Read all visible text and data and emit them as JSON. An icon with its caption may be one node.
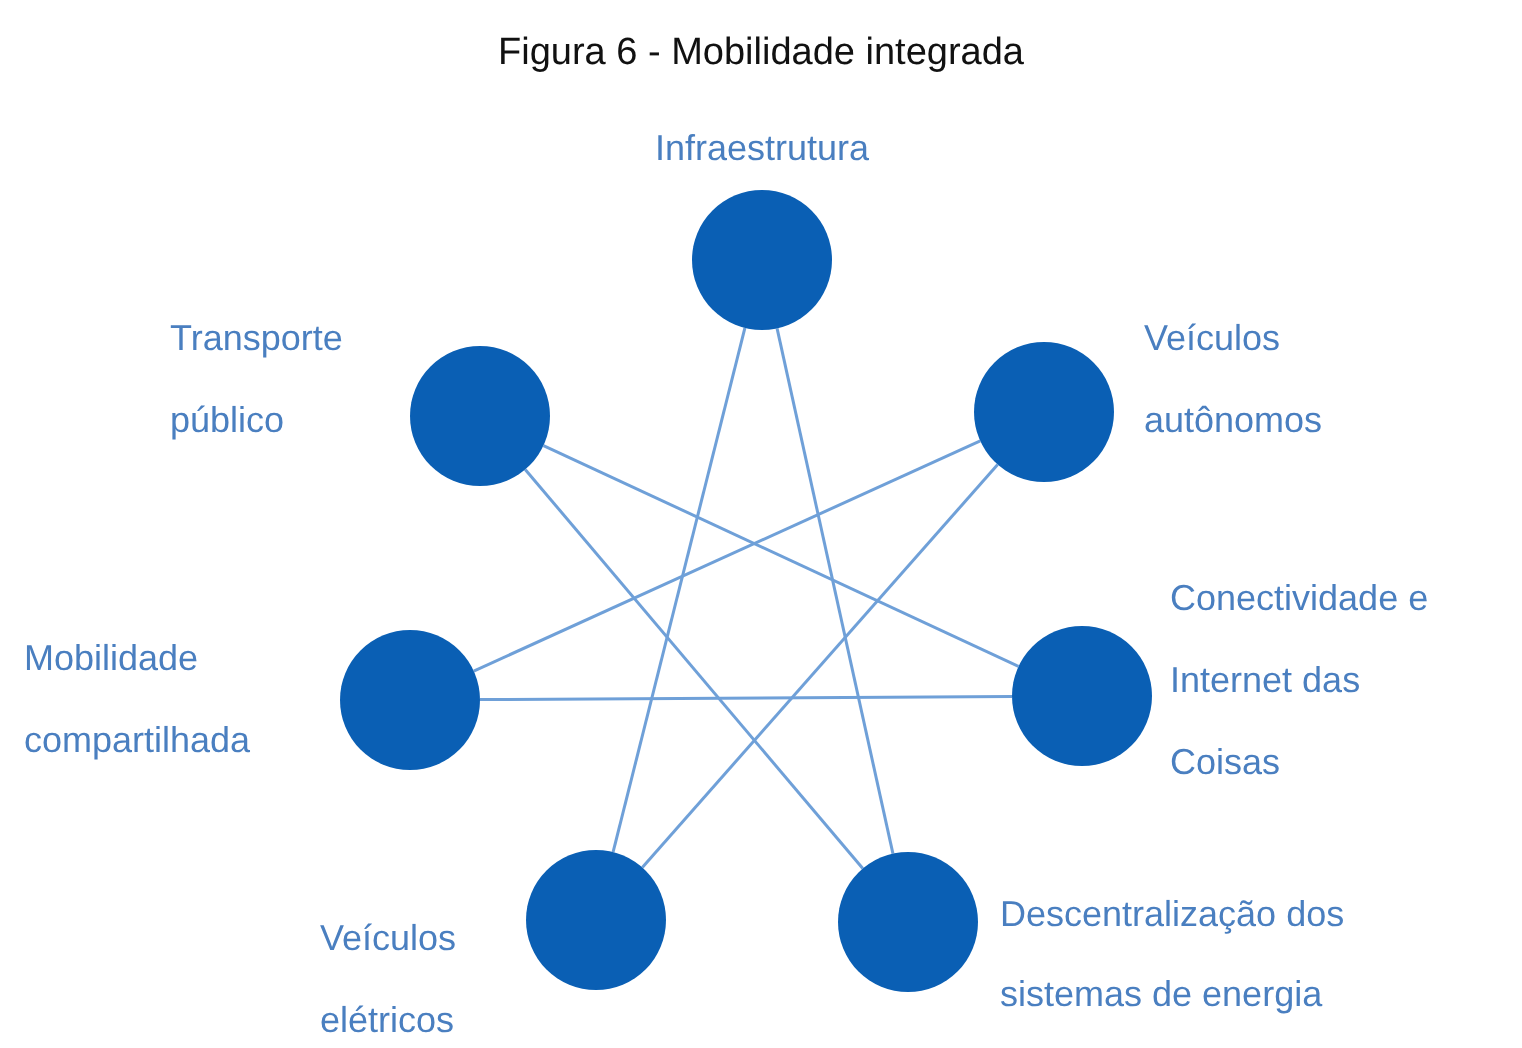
{
  "diagram": {
    "title": "Figura 6 - Mobilidade integrada",
    "nodes": [
      {
        "text": [
          "Infraestrutura"
        ]
      },
      {
        "text": [
          "Transporte público"
        ]
      },
      {
        "text": [
          "Veículos autônomos"
        ]
      },
      {
        "text": [
          "Mobilidade compartilhada"
        ]
      },
      {
        "text": [
          "Conectividade e Internet das Coisas"
        ]
      },
      {
        "text": [
          "Veículos elétricos"
        ]
      },
      {
        "text": [
          "Descentralização dos sistemas de energia"
        ]
      }
    ],
    "edges": [
      {
        "from": 0,
        "to": 5,
        "arrow": "none"
      },
      {
        "from": 0,
        "to": 6,
        "arrow": "none"
      },
      {
        "from": 1,
        "to": 4,
        "arrow": "none"
      },
      {
        "from": 1,
        "to": 6,
        "arrow": "none"
      },
      {
        "from": 2,
        "to": 3,
        "arrow": "none"
      },
      {
        "from": 2,
        "to": 5,
        "arrow": "none"
      },
      {
        "from": 3,
        "to": 4,
        "arrow": "none"
      }
    ]
  }
}
